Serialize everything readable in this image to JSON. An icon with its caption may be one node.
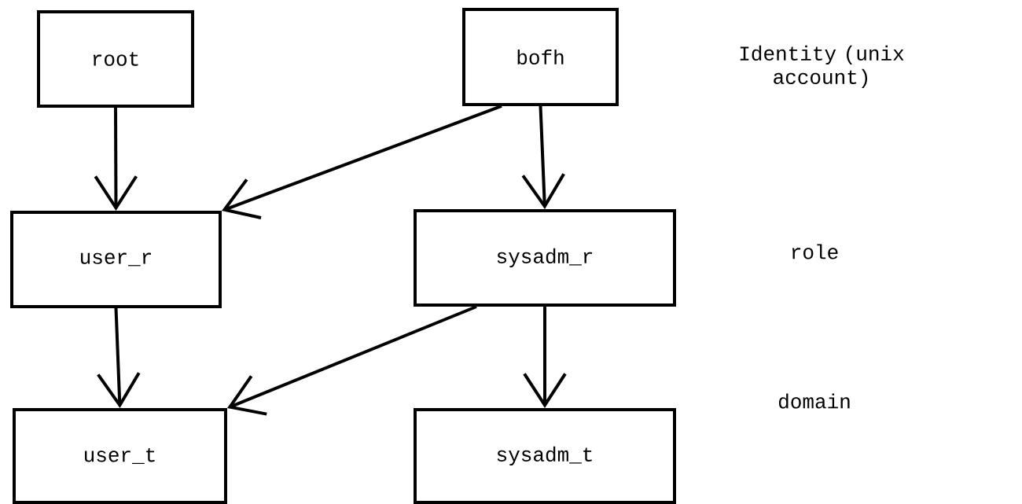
{
  "diagram": {
    "nodes": [
      {
        "text": [
          "root"
        ]
      },
      {
        "text": [
          "bofh"
        ]
      },
      {
        "text": [
          "user_r"
        ]
      },
      {
        "text": [
          "sysadm_r"
        ]
      },
      {
        "text": [
          "user_t"
        ]
      },
      {
        "text": [
          "sysadm_t"
        ]
      }
    ],
    "edges": [
      {
        "from": 0,
        "to": 2,
        "arrow": "to"
      },
      {
        "from": 1,
        "to": 2,
        "arrow": "to"
      },
      {
        "from": 1,
        "to": 3,
        "arrow": "to"
      },
      {
        "from": 2,
        "to": 4,
        "arrow": "to"
      },
      {
        "from": 3,
        "to": 4,
        "arrow": "to"
      },
      {
        "from": 3,
        "to": 5,
        "arrow": "to"
      }
    ],
    "labels": [
      "Identity (unix account)",
      "role",
      "domain"
    ]
  }
}
